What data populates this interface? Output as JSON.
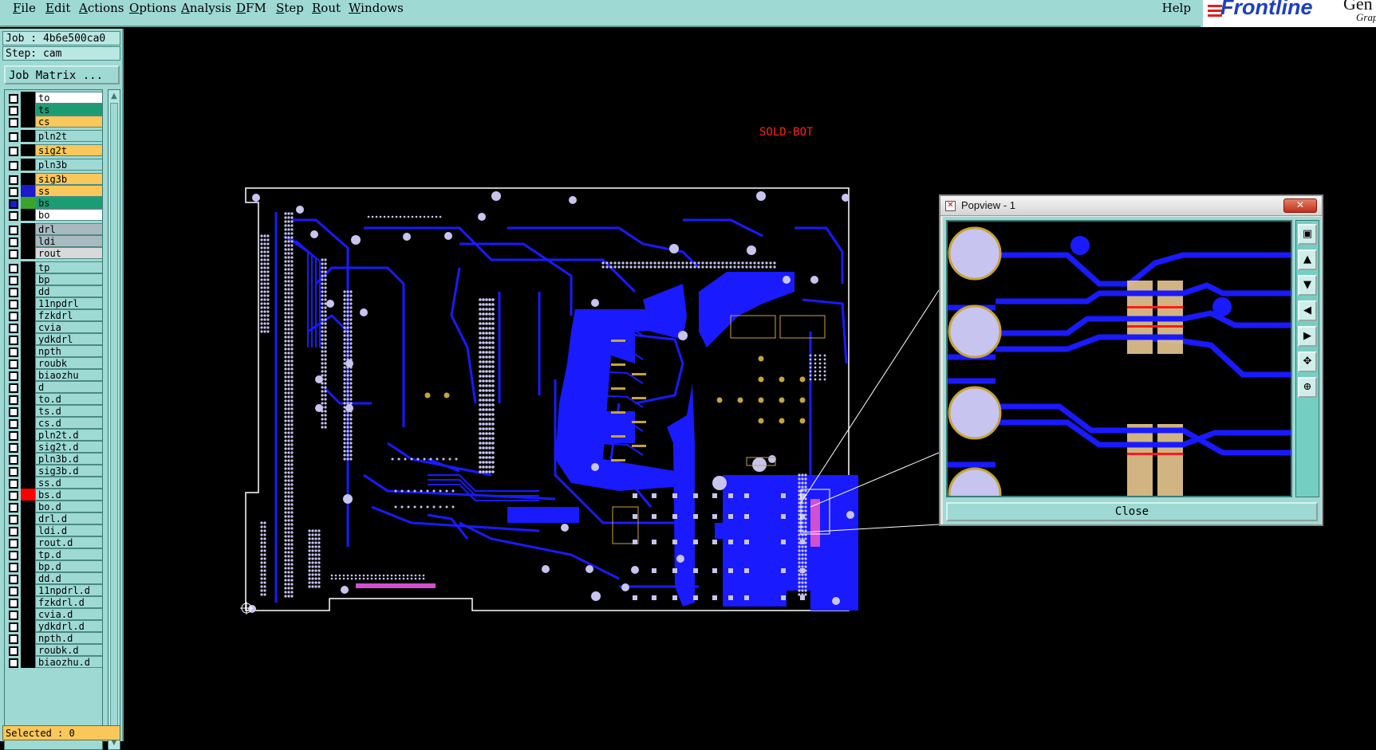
{
  "menubar": {
    "items": [
      "File",
      "Edit",
      "Actions",
      "Options",
      "Analysis",
      "DFM",
      "Step",
      "Rout",
      "Windows"
    ],
    "help": "Help"
  },
  "logo": {
    "text": "Frontline",
    "extra1": "Gen",
    "extra2": "Grap"
  },
  "job": {
    "label": "Job : 4b6e500ca0",
    "step": "Step: cam",
    "matrix_button": "Job Matrix ..."
  },
  "layers": [
    {
      "name": "to",
      "color": "#ffffff",
      "swatch": "#000000",
      "checked": false
    },
    {
      "name": "ts",
      "color": "#1a9d73",
      "swatch": "#000000",
      "checked": false
    },
    {
      "name": "cs",
      "color": "#f9c75a",
      "swatch": "#000000",
      "checked": false
    },
    {
      "name": "pln2t",
      "color": "#9ed9d4",
      "swatch": "#000000",
      "checked": false,
      "gap": true
    },
    {
      "name": "sig2t",
      "color": "#f9c75a",
      "swatch": "#000000",
      "checked": false,
      "gap": true
    },
    {
      "name": "pln3b",
      "color": "#9ed9d4",
      "swatch": "#000000",
      "checked": false,
      "gap": true
    },
    {
      "name": "sig3b",
      "color": "#f9c75a",
      "swatch": "#000000",
      "checked": false,
      "gap": true
    },
    {
      "name": "ss",
      "color": "#f9c75a",
      "swatch": "#1b1bcc",
      "checked": false
    },
    {
      "name": "bs",
      "color": "#1a9d73",
      "swatch": "#3aa52a",
      "checked": true
    },
    {
      "name": "bo",
      "color": "#ffffff",
      "swatch": "#000000",
      "checked": false
    },
    {
      "name": "drl",
      "color": "#a9b9c0",
      "swatch": "#000000",
      "checked": false,
      "gap": true
    },
    {
      "name": "ldi",
      "color": "#a9b9c0",
      "swatch": "#000000",
      "checked": false
    },
    {
      "name": "rout",
      "color": "#d9d9d9",
      "swatch": "#000000",
      "checked": false
    },
    {
      "name": "tp",
      "color": "#9ed9d4",
      "swatch": "#000000",
      "checked": false,
      "gap": true
    },
    {
      "name": "bp",
      "color": "#9ed9d4",
      "swatch": "#000000",
      "checked": false
    },
    {
      "name": "dd",
      "color": "#9ed9d4",
      "swatch": "#000000",
      "checked": false
    },
    {
      "name": "11npdrl",
      "color": "#9ed9d4",
      "swatch": "#000000",
      "checked": false
    },
    {
      "name": "fzkdrl",
      "color": "#9ed9d4",
      "swatch": "#000000",
      "checked": false
    },
    {
      "name": "cvia",
      "color": "#9ed9d4",
      "swatch": "#000000",
      "checked": false
    },
    {
      "name": "ydkdrl",
      "color": "#9ed9d4",
      "swatch": "#000000",
      "checked": false
    },
    {
      "name": "npth",
      "color": "#9ed9d4",
      "swatch": "#000000",
      "checked": false
    },
    {
      "name": "roubk",
      "color": "#9ed9d4",
      "swatch": "#000000",
      "checked": false
    },
    {
      "name": "biaozhu",
      "color": "#9ed9d4",
      "swatch": "#000000",
      "checked": false
    },
    {
      "name": "d",
      "color": "#9ed9d4",
      "swatch": "#000000",
      "checked": false
    },
    {
      "name": "to.d",
      "color": "#9ed9d4",
      "swatch": "#000000",
      "checked": false
    },
    {
      "name": "ts.d",
      "color": "#9ed9d4",
      "swatch": "#000000",
      "checked": false
    },
    {
      "name": "cs.d",
      "color": "#9ed9d4",
      "swatch": "#000000",
      "checked": false
    },
    {
      "name": "pln2t.d",
      "color": "#9ed9d4",
      "swatch": "#000000",
      "checked": false
    },
    {
      "name": "sig2t.d",
      "color": "#9ed9d4",
      "swatch": "#000000",
      "checked": false
    },
    {
      "name": "pln3b.d",
      "color": "#9ed9d4",
      "swatch": "#000000",
      "checked": false
    },
    {
      "name": "sig3b.d",
      "color": "#9ed9d4",
      "swatch": "#000000",
      "checked": false
    },
    {
      "name": "ss.d",
      "color": "#9ed9d4",
      "swatch": "#000000",
      "checked": false
    },
    {
      "name": "bs.d",
      "color": "#9ed9d4",
      "swatch": "#ff0000",
      "checked": false
    },
    {
      "name": "bo.d",
      "color": "#9ed9d4",
      "swatch": "#000000",
      "checked": false
    },
    {
      "name": "drl.d",
      "color": "#9ed9d4",
      "swatch": "#000000",
      "checked": false
    },
    {
      "name": "ldi.d",
      "color": "#9ed9d4",
      "swatch": "#000000",
      "checked": false
    },
    {
      "name": "rout.d",
      "color": "#9ed9d4",
      "swatch": "#000000",
      "checked": false
    },
    {
      "name": "tp.d",
      "color": "#9ed9d4",
      "swatch": "#000000",
      "checked": false
    },
    {
      "name": "bp.d",
      "color": "#9ed9d4",
      "swatch": "#000000",
      "checked": false
    },
    {
      "name": "dd.d",
      "color": "#9ed9d4",
      "swatch": "#000000",
      "checked": false
    },
    {
      "name": "11npdrl.d",
      "color": "#9ed9d4",
      "swatch": "#000000",
      "checked": false
    },
    {
      "name": "fzkdrl.d",
      "color": "#9ed9d4",
      "swatch": "#000000",
      "checked": false
    },
    {
      "name": "cvia.d",
      "color": "#9ed9d4",
      "swatch": "#000000",
      "checked": false
    },
    {
      "name": "ydkdrl.d",
      "color": "#9ed9d4",
      "swatch": "#000000",
      "checked": false
    },
    {
      "name": "npth.d",
      "color": "#9ed9d4",
      "swatch": "#000000",
      "checked": false
    },
    {
      "name": "roubk.d",
      "color": "#9ed9d4",
      "swatch": "#000000",
      "checked": false
    },
    {
      "name": "biaozhu.d",
      "color": "#9ed9d4",
      "swatch": "#000000",
      "checked": false
    }
  ],
  "status": {
    "selected": "Selected : 0"
  },
  "canvas": {
    "layer_label": "SOLD-BOT",
    "label_color": "#ff2020",
    "copper_color": "#1a1aff",
    "pad_color": "#c8c4f0",
    "outline_color": "#ffffff"
  },
  "popview": {
    "title": "Popview - 1",
    "close_label": "Close",
    "tools": [
      "zoom-fit-icon",
      "pan-up-icon",
      "pan-down-icon",
      "pan-left-icon",
      "pan-right-icon",
      "zoom-out-icon",
      "zoom-home-icon"
    ]
  }
}
